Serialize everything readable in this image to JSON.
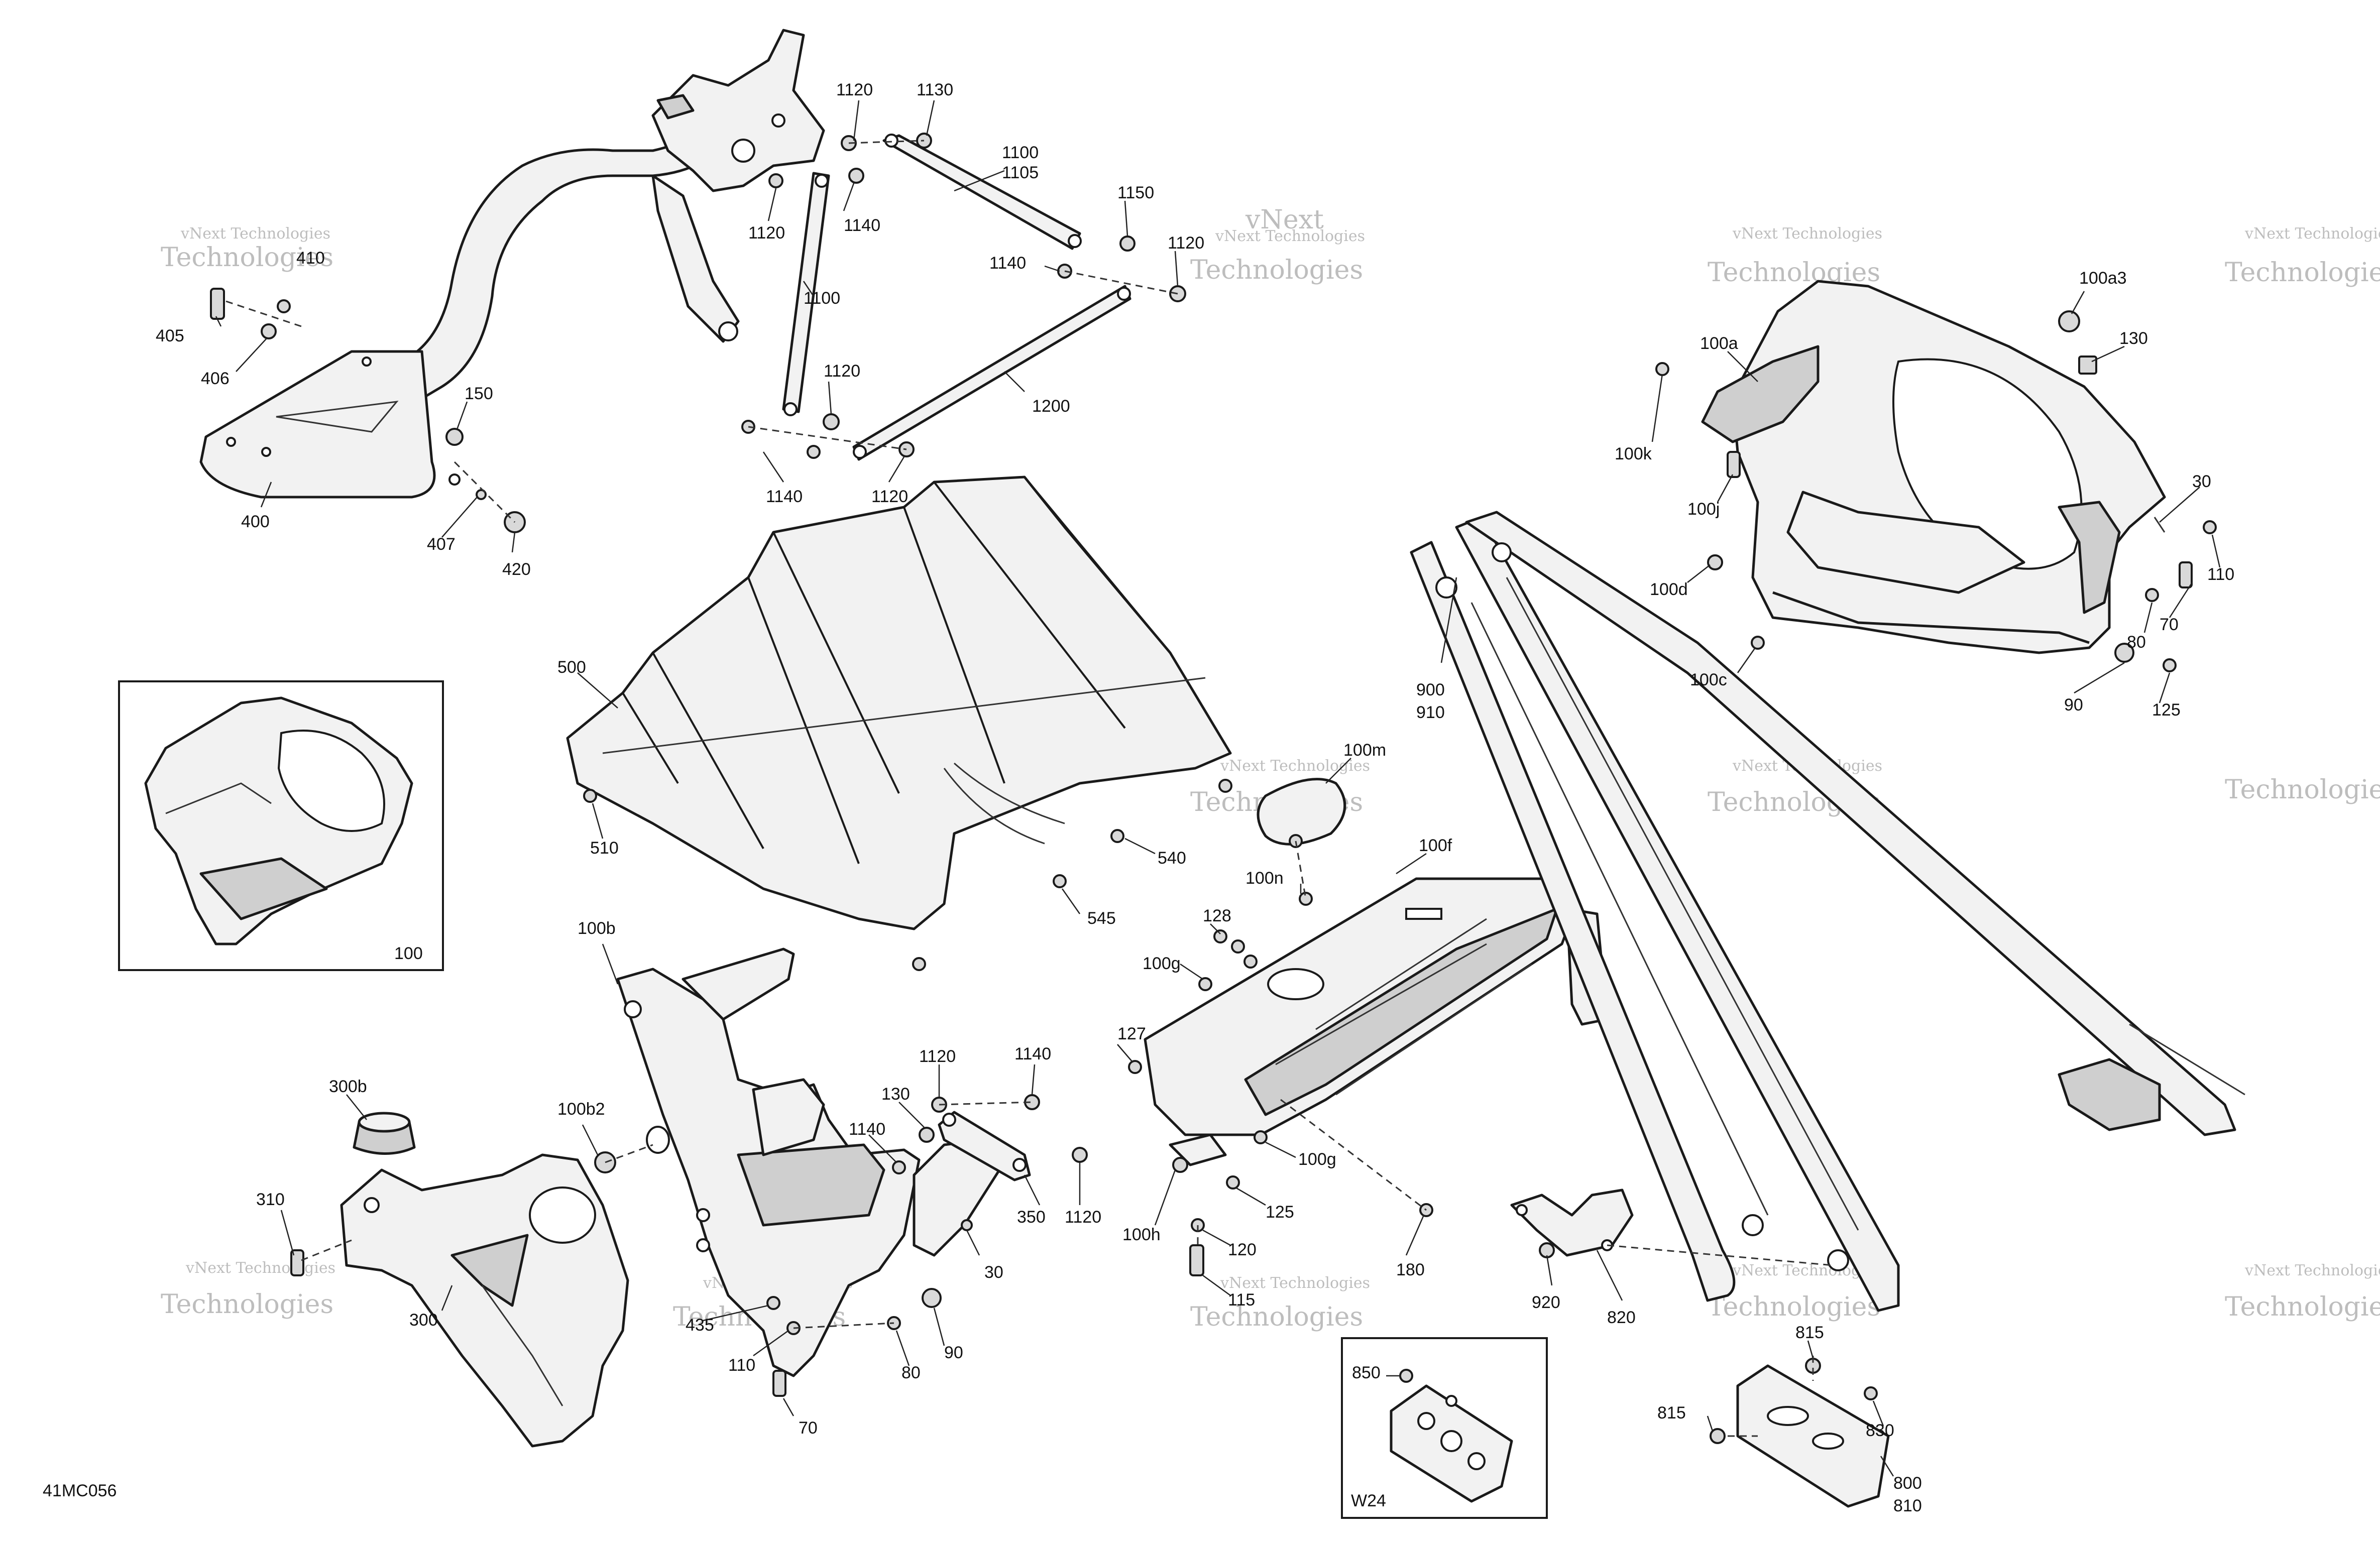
{
  "diagram_id": "41MC056",
  "watermark": {
    "line1": "vNext",
    "line2": "vNext Technologies",
    "line3": "Technologies"
  },
  "labels": {
    "l1120a": "1120",
    "l1130": "1130",
    "l1100a": "1100",
    "l1105": "1105",
    "l1150": "1150",
    "l1120b": "1120",
    "l1140a": "1140",
    "l1120c": "1120",
    "l1140b": "1140",
    "l1100b": "1100",
    "l1120d": "1120",
    "l1200": "1200",
    "l1140c": "1140",
    "l1120e": "1120",
    "l405": "405",
    "l410": "410",
    "l406": "406",
    "l150": "150",
    "l400": "400",
    "l407": "407",
    "l420": "420",
    "l500": "500",
    "l510": "510",
    "l540": "540",
    "l545": "545",
    "l100m": "100m",
    "l100n": "100n",
    "l100f": "100f",
    "l128": "128",
    "l100g_a": "100g",
    "l127": "127",
    "l100g_b": "100g",
    "l125a": "125",
    "l100h": "100h",
    "l120": "120",
    "l115": "115",
    "l180": "180",
    "l900": "900",
    "l910": "910",
    "l920": "920",
    "l820": "820",
    "l100a3": "100a3",
    "l100a": "100a",
    "l130a": "130",
    "l100k": "100k",
    "l100j": "100j",
    "l30a": "30",
    "l100d": "100d",
    "l110a": "110",
    "l70a": "70",
    "l80a": "80",
    "l100c": "100c",
    "l90a": "90",
    "l125b": "125",
    "l100": "100",
    "l100b": "100b",
    "l300b": "300b",
    "l100b2": "100b2",
    "l310": "310",
    "l300": "300",
    "l1120f": "1120",
    "l1140d": "1140",
    "l130b": "130",
    "l1140e": "1140",
    "l350": "350",
    "l1120g": "1120",
    "l30b": "30",
    "l435": "435",
    "l110b": "110",
    "l90b": "90",
    "l80b": "80",
    "l70b": "70",
    "l850": "850",
    "lW24": "W24",
    "l815a": "815",
    "l815b": "815",
    "l830": "830",
    "l800": "800",
    "l810": "810"
  }
}
